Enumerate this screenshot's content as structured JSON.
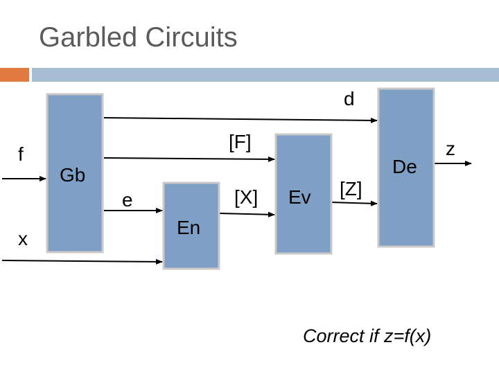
{
  "slide": {
    "title": "Garbled Circuits",
    "note": "Correct if z=f(x)"
  },
  "diagram": {
    "blocks": {
      "garbler": "Gb",
      "encoder": "En",
      "evaluator": "Ev",
      "decoder": "De"
    },
    "labels": {
      "input_f": "f",
      "input_x": "x",
      "output_z": "z",
      "decoding_info": "d",
      "garbled_function": "[F]",
      "encoding_info": "e",
      "garbled_input": "[X]",
      "garbled_output": "[Z]"
    }
  },
  "colors": {
    "title_text": "#5a5a5a",
    "accent_orange": "#e07a40",
    "accent_blue_bar": "#a7bdd3",
    "block_fill": "#7f9fc4",
    "block_border": "#c9c9c9"
  }
}
